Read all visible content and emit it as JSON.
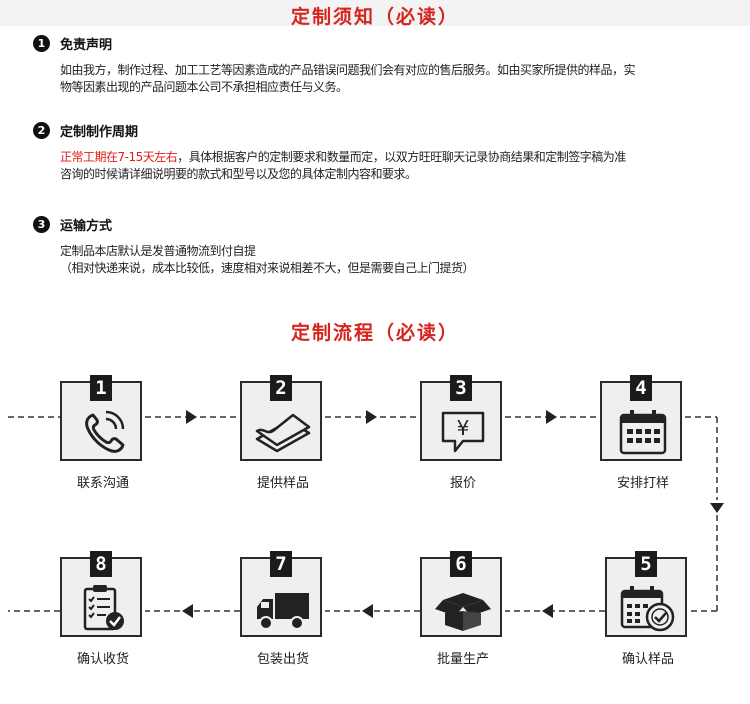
{
  "notice": {
    "title": "定制须知（必读）",
    "sections": [
      {
        "num": "1",
        "title": "免责声明",
        "lines": [
          "如由我方，制作过程、加工工艺等因素造成的产品错误问题我们会有对应的售后服务。如由买家所提供的样品，实",
          "物等因素出现的产品问题本公司不承担相应责任与义务。"
        ]
      },
      {
        "num": "2",
        "title": "定制制作周期",
        "highlight": "正常工期在7-15天左右",
        "line1_rest": "，具体根据客户的定制要求和数量而定，以双方旺旺聊天记录协商结果和定制签字稿为准",
        "line2": "咨询的时候请详细说明要的款式和型号以及您的具体定制内容和要求。"
      },
      {
        "num": "3",
        "title": "运输方式",
        "lines": [
          "定制品本店默认是发普通物流到付自提",
          "（相对快递来说，成本比较低，速度相对来说相差不大，但是需要自己上门提货）"
        ]
      }
    ]
  },
  "process": {
    "title": "定制流程（必读）",
    "steps": [
      {
        "num": "1",
        "label": "联系沟通",
        "icon": "phone-icon"
      },
      {
        "num": "2",
        "label": "提供样品",
        "icon": "paper-sheets-icon"
      },
      {
        "num": "3",
        "label": "报价",
        "icon": "price-chat-icon",
        "symbol": "¥"
      },
      {
        "num": "4",
        "label": "安排打样",
        "icon": "calendar-icon"
      },
      {
        "num": "5",
        "label": "确认样品",
        "icon": "calendar-check-icon"
      },
      {
        "num": "6",
        "label": "批量生产",
        "icon": "box-icon"
      },
      {
        "num": "7",
        "label": "包装出货",
        "icon": "truck-icon"
      },
      {
        "num": "8",
        "label": "确认收货",
        "icon": "clipboard-check-icon"
      }
    ]
  },
  "colors": {
    "accent": "#d6251e",
    "highlight": "#e41b17",
    "box_bg": "#efefef",
    "dark": "#1b1b1b"
  }
}
